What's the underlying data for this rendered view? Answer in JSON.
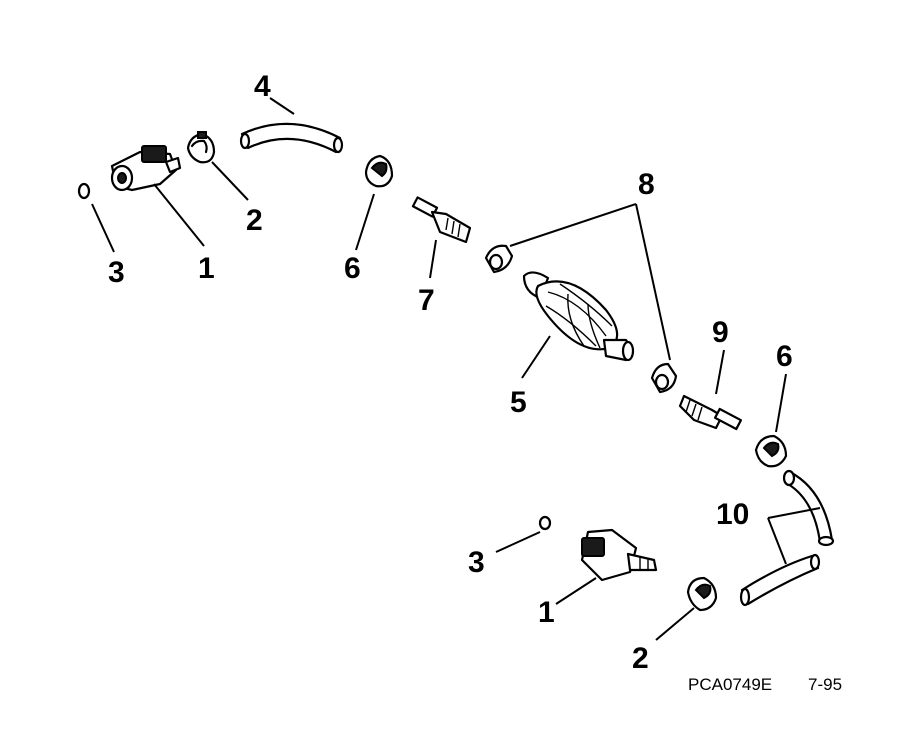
{
  "callouts": {
    "c1a": "1",
    "c2a": "2",
    "c3a": "3",
    "c4": "4",
    "c5": "5",
    "c6a": "6",
    "c7": "7",
    "c8": "8",
    "c9": "9",
    "c6b": "6",
    "c10": "10",
    "c3b": "3",
    "c1b": "1",
    "c2b": "2"
  },
  "footer": {
    "part_code": "PCA0749E",
    "date_code": "7-95"
  }
}
